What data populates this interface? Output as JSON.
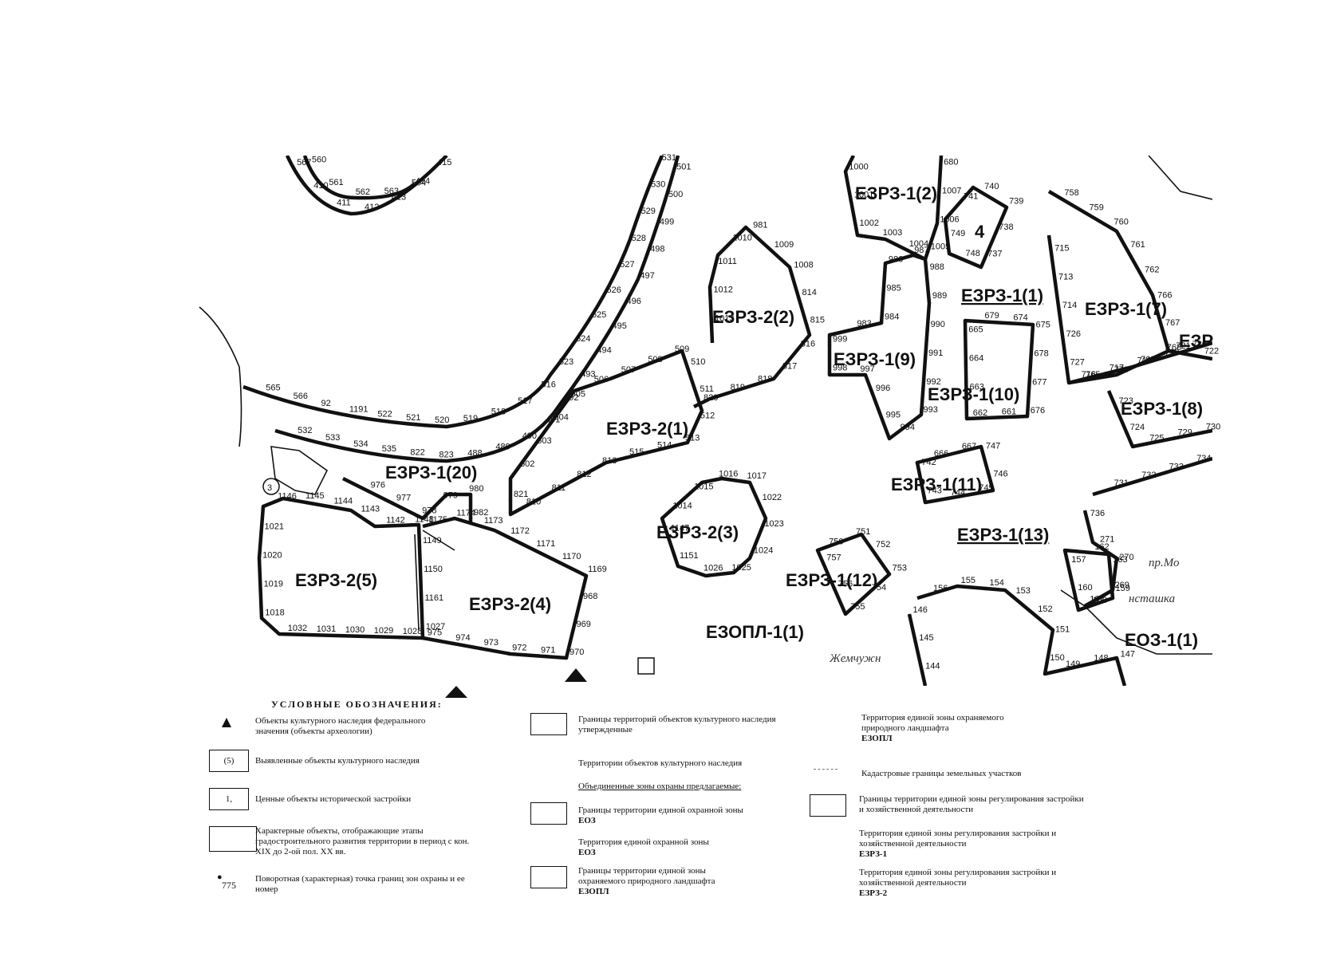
{
  "zones": [
    {
      "id": "ezrz2_1",
      "label": "ЕЗРЗ-2(1)"
    },
    {
      "id": "ezrz2_2",
      "label": "ЕЗРЗ-2(2)"
    },
    {
      "id": "ezrz2_3",
      "label": "ЕЗРЗ-2(3)"
    },
    {
      "id": "ezrz2_4",
      "label": "ЕЗРЗ-2(4)"
    },
    {
      "id": "ezrz2_5",
      "label": "ЕЗРЗ-2(5)"
    },
    {
      "id": "ezrz1_1",
      "label": "ЕЗРЗ-1(1)"
    },
    {
      "id": "ezrz1_2",
      "label": "ЕЗРЗ-1(2)"
    },
    {
      "id": "ezrz1_7",
      "label": "ЕЗРЗ-1(7)"
    },
    {
      "id": "ezrz1_8",
      "label": "ЕЗРЗ-1(8)"
    },
    {
      "id": "ezrz1_9",
      "label": "ЕЗРЗ-1(9)"
    },
    {
      "id": "ezrz1_10",
      "label": "ЕЗРЗ-1(10)"
    },
    {
      "id": "ezrz1_11",
      "label": "ЕЗРЗ-1(11)"
    },
    {
      "id": "ezrz1_12",
      "label": "ЕЗРЗ-1(12)"
    },
    {
      "id": "ezrz1_13",
      "label": "ЕЗРЗ-1(13)"
    },
    {
      "id": "ezrz1_20",
      "label": "ЕЗРЗ-1(20)"
    },
    {
      "id": "ezopl_1",
      "label": "ЕЗОПЛ-1(1)"
    },
    {
      "id": "eoz1_1",
      "label": "ЕОЗ-1(1)"
    },
    {
      "id": "ezrz_cut",
      "label": "ЕЗР"
    }
  ],
  "markers": {
    "circle_3": "3",
    "box_4": "4"
  },
  "roads": {
    "zhemchuzh": "Жемчужн",
    "pr_mo": "пр.Мо",
    "nstashka": "нсташка"
  },
  "points": [
    "567",
    "410",
    "411",
    "412",
    "413",
    "414",
    "415",
    "560",
    "561",
    "562",
    "563",
    "564",
    "565",
    "566",
    "92",
    "1191",
    "522",
    "521",
    "520",
    "519",
    "518",
    "517",
    "516",
    "523",
    "524",
    "525",
    "526",
    "527",
    "528",
    "529",
    "530",
    "531",
    "532",
    "533",
    "534",
    "535",
    "822",
    "823",
    "488",
    "489",
    "490",
    "491",
    "492",
    "493",
    "494",
    "495",
    "496",
    "497",
    "498",
    "499",
    "500",
    "501",
    "502",
    "503",
    "504",
    "505",
    "506",
    "507",
    "508",
    "509",
    "510",
    "511",
    "512",
    "513",
    "514",
    "515",
    "813",
    "812",
    "811",
    "810",
    "821",
    "820",
    "819",
    "818",
    "817",
    "816",
    "815",
    "814",
    "1008",
    "1009",
    "981",
    "1010",
    "1011",
    "1012",
    "1013",
    "1014",
    "1015",
    "1016",
    "1017",
    "1022",
    "1023",
    "1024",
    "1025",
    "1026",
    "1151",
    "1147",
    "1146",
    "1145",
    "1144",
    "1143",
    "1142",
    "1148",
    "1149",
    "1150",
    "1161",
    "1027",
    "1028",
    "1029",
    "1030",
    "1031",
    "1032",
    "1018",
    "1019",
    "1020",
    "1021",
    "1175",
    "1174",
    "1173",
    "1172",
    "1171",
    "1170",
    "1169",
    "968",
    "969",
    "970",
    "971",
    "972",
    "973",
    "974",
    "975",
    "976",
    "977",
    "978",
    "979",
    "980",
    "982",
    "983",
    "984",
    "985",
    "986",
    "987",
    "988",
    "989",
    "990",
    "991",
    "992",
    "993",
    "994",
    "995",
    "996",
    "997",
    "998",
    "999",
    "1000",
    "1001",
    "1002",
    "1003",
    "1004",
    "1005",
    "1006",
    "1007",
    "680",
    "679",
    "674",
    "675",
    "678",
    "677",
    "676",
    "661",
    "662",
    "663",
    "664",
    "665",
    "666",
    "667",
    "747",
    "746",
    "745",
    "744",
    "743",
    "742",
    "741",
    "740",
    "739",
    "738",
    "737",
    "748",
    "749",
    "750",
    "751",
    "752",
    "753",
    "754",
    "755",
    "756",
    "757",
    "758",
    "759",
    "760",
    "761",
    "762",
    "766",
    "767",
    "768",
    "769",
    "770",
    "765",
    "727",
    "726",
    "714",
    "713",
    "715",
    "716",
    "717",
    "718",
    "719",
    "720",
    "721",
    "722",
    "723",
    "724",
    "725",
    "729",
    "730",
    "731",
    "732",
    "733",
    "734",
    "736",
    "271",
    "270",
    "269",
    "161",
    "162",
    "163",
    "159",
    "158",
    "160",
    "157",
    "156",
    "155",
    "154",
    "153",
    "152",
    "151",
    "150",
    "149",
    "148",
    "147",
    "146",
    "145",
    "144"
  ],
  "legend": {
    "title": "УСЛОВНЫЕ ОБОЗНАЧЕНИЯ:",
    "items": {
      "federal": "Объекты культурного наследия федерального значения (объекты археологии)",
      "identified_box": "(5)",
      "identified": "Выявленные объекты культурного наследия",
      "valuable_box": "1,",
      "valuable": "Ценные объекты исторической застройки",
      "characteristic": "Характерные объекты, отображающие этапы градостроительного развития территории в период с кон. XIX до 2-ой пол. XX вв.",
      "point_num": "775",
      "point": "Поворотная (характерная) точка границ зон охраны и ее номер",
      "approved": "Границы территорий объектов культурного наследия утвержденные",
      "territories": "Территории объектов культурного наследия",
      "united_header": "Объединенные зоны охраны предлагаемые:",
      "eoz_bounds": "Границы территории единой охранной зоны",
      "eoz_bounds_code": "ЕОЗ",
      "eoz_terr": "Территория единой охранной зоны",
      "eoz_terr_code": "ЕОЗ",
      "ezopl_bounds": "Границы территории единой зоны охраняемого природного ландшафта",
      "ezopl_bounds_code": "ЕЗОПЛ",
      "ezopl_terr": "Территория единой зоны охраняемого природного ландшафта",
      "ezopl_terr_code": "ЕЗОПЛ",
      "cadastral": "Кадастровые границы земельных участков",
      "ezrz_bounds": "Границы территории единой зоны регулирования застройки и хозяйственной деятельности",
      "ezrz1": "Территория единой зоны регулирования застройки и хозяйственной деятельности",
      "ezrz1_code": "ЕЗРЗ-1",
      "ezrz2": "Территория единой зоны регулирования застройки и хозяйственной деятельности",
      "ezrz2_code": "ЕЗРЗ-2"
    }
  }
}
